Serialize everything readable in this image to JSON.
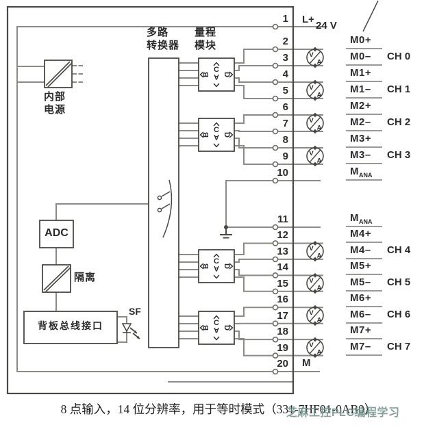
{
  "blocks": {
    "power_line1": "内部",
    "power_line2": "电源",
    "mux_line1": "多路",
    "mux_line2": "转换器",
    "range_line1": "量程",
    "range_line2": "模块",
    "adc": "ADC",
    "isolation": "隔离",
    "backplane": "背板总线接口",
    "sf_led": "SF"
  },
  "supply": {
    "label": "L+",
    "voltage": "24 V"
  },
  "system_ground": {
    "label": "M"
  },
  "terminals": [
    "1",
    "2",
    "3",
    "4",
    "5",
    "6",
    "7",
    "8",
    "9",
    "10",
    "11",
    "12",
    "13",
    "14",
    "15",
    "16",
    "17",
    "18",
    "19",
    "20"
  ],
  "channel_rows": [
    {
      "terminal": 2,
      "label": "M0+"
    },
    {
      "terminal": 3,
      "label": "M0–",
      "channel": "CH 0"
    },
    {
      "terminal": 4,
      "label": "M1+"
    },
    {
      "terminal": 5,
      "label": "M1–",
      "channel": "CH 1"
    },
    {
      "terminal": 6,
      "label": "M2+"
    },
    {
      "terminal": 7,
      "label": "M2–",
      "channel": "CH 2"
    },
    {
      "terminal": 8,
      "label": "M3+"
    },
    {
      "terminal": 9,
      "label": "M3–",
      "channel": "CH 3"
    },
    {
      "terminal": 10,
      "label": "M",
      "subscript": "ANA"
    },
    {
      "terminal": 11,
      "label": "M",
      "subscript": "ANA"
    },
    {
      "terminal": 12,
      "label": "M4+"
    },
    {
      "terminal": 13,
      "label": "M4–",
      "channel": "CH 4"
    },
    {
      "terminal": 14,
      "label": "M5+"
    },
    {
      "terminal": 15,
      "label": "M5–",
      "channel": "CH 5"
    },
    {
      "terminal": 16,
      "label": "M6+"
    },
    {
      "terminal": 17,
      "label": "M6–",
      "channel": "CH 6"
    },
    {
      "terminal": 18,
      "label": "M7+"
    },
    {
      "terminal": 19,
      "label": "M7–",
      "channel": "CH 7"
    }
  ],
  "meter_pairs": [
    [
      2,
      3
    ],
    [
      4,
      5
    ],
    [
      6,
      7
    ],
    [
      8,
      9
    ],
    [
      12,
      13
    ],
    [
      14,
      15
    ],
    [
      16,
      17
    ],
    [
      18,
      19
    ]
  ],
  "meter_letters": {
    "v": "V",
    "a": "A"
  },
  "range_module_letters": {
    "top": "C",
    "bottom": "A",
    "left": "B",
    "right": "D"
  },
  "caption": {
    "text": "8 点输入，14 位分辨率，用于等时模式（331-7HF01-0AB0）",
    "watermark": "芝麻工控PLC编程学习"
  },
  "colors": {
    "wire": "#8b8b85",
    "outline": "#4b4843",
    "text": "#2b2b2b",
    "underline": "#9a9a94",
    "watermark": "#6f8f8a"
  }
}
